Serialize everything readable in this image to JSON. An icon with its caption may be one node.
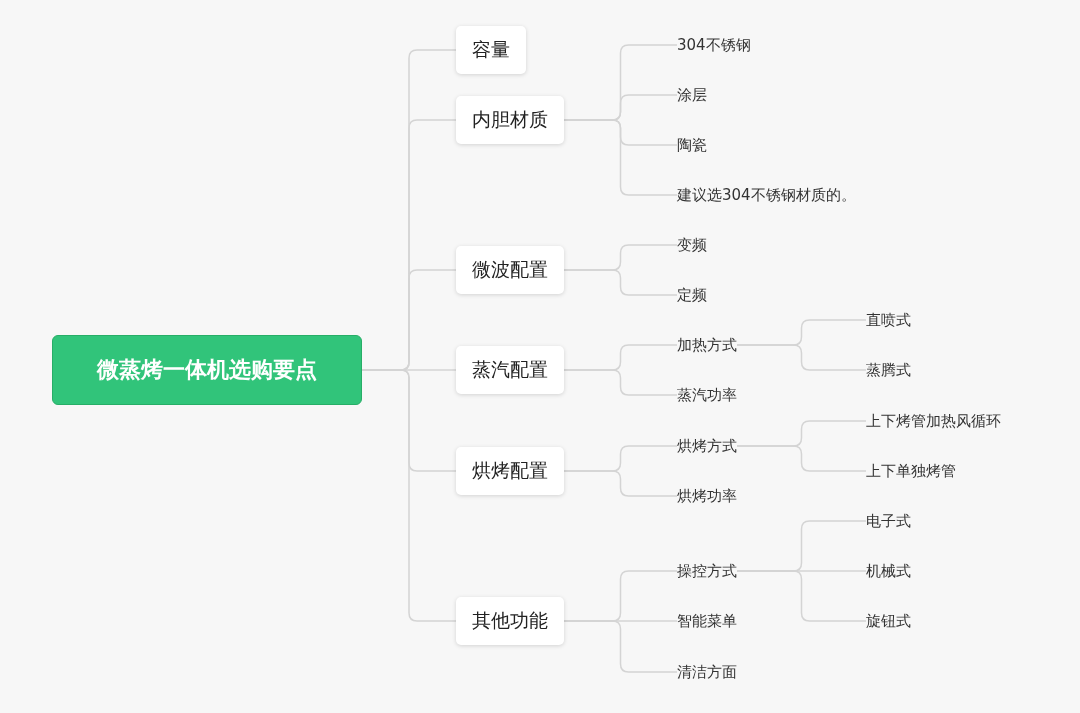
{
  "diagram": {
    "nodes": [
      {
        "text": [
          "微蒸烤一体机选购要点"
        ]
      },
      {
        "text": [
          "容量"
        ]
      },
      {
        "text": [
          "内胆材质"
        ]
      },
      {
        "text": [
          "304不锈钢"
        ]
      },
      {
        "text": [
          "涂层"
        ]
      },
      {
        "text": [
          "陶瓷"
        ]
      },
      {
        "text": [
          "建议选304不锈钢材质的。"
        ]
      },
      {
        "text": [
          "微波配置"
        ]
      },
      {
        "text": [
          "变频"
        ]
      },
      {
        "text": [
          "定频"
        ]
      },
      {
        "text": [
          "蒸汽配置"
        ]
      },
      {
        "text": [
          "加热方式"
        ]
      },
      {
        "text": [
          "直喷式"
        ]
      },
      {
        "text": [
          "蒸腾式"
        ]
      },
      {
        "text": [
          "蒸汽功率"
        ]
      },
      {
        "text": [
          "烘烤配置"
        ]
      },
      {
        "text": [
          "烘烤方式"
        ]
      },
      {
        "text": [
          "上下烤管加热风循环"
        ]
      },
      {
        "text": [
          "上下单独烤管"
        ]
      },
      {
        "text": [
          "烘烤功率"
        ]
      },
      {
        "text": [
          "其他功能"
        ]
      },
      {
        "text": [
          "操控方式"
        ]
      },
      {
        "text": [
          "电子式"
        ]
      },
      {
        "text": [
          "机械式"
        ]
      },
      {
        "text": [
          "旋钮式"
        ]
      },
      {
        "text": [
          "智能菜单"
        ]
      },
      {
        "text": [
          "清洁方面"
        ]
      }
    ],
    "edges": [
      {
        "from": 0,
        "to": 1,
        "arrow": "none"
      },
      {
        "from": 0,
        "to": 2,
        "arrow": "none"
      },
      {
        "from": 2,
        "to": 3,
        "arrow": "none"
      },
      {
        "from": 2,
        "to": 4,
        "arrow": "none"
      },
      {
        "from": 2,
        "to": 5,
        "arrow": "none"
      },
      {
        "from": 2,
        "to": 6,
        "arrow": "none"
      },
      {
        "from": 0,
        "to": 7,
        "arrow": "none"
      },
      {
        "from": 7,
        "to": 8,
        "arrow": "none"
      },
      {
        "from": 7,
        "to": 9,
        "arrow": "none"
      },
      {
        "from": 0,
        "to": 10,
        "arrow": "none"
      },
      {
        "from": 10,
        "to": 11,
        "arrow": "none"
      },
      {
        "from": 11,
        "to": 12,
        "arrow": "none"
      },
      {
        "from": 11,
        "to": 13,
        "arrow": "none"
      },
      {
        "from": 10,
        "to": 14,
        "arrow": "none"
      },
      {
        "from": 0,
        "to": 15,
        "arrow": "none"
      },
      {
        "from": 15,
        "to": 16,
        "arrow": "none"
      },
      {
        "from": 16,
        "to": 17,
        "arrow": "none"
      },
      {
        "from": 16,
        "to": 18,
        "arrow": "none"
      },
      {
        "from": 15,
        "to": 19,
        "arrow": "none"
      },
      {
        "from": 0,
        "to": 20,
        "arrow": "none"
      },
      {
        "from": 20,
        "to": 21,
        "arrow": "none"
      },
      {
        "from": 21,
        "to": 22,
        "arrow": "none"
      },
      {
        "from": 21,
        "to": 23,
        "arrow": "none"
      },
      {
        "from": 21,
        "to": 24,
        "arrow": "none"
      },
      {
        "from": 20,
        "to": 25,
        "arrow": "none"
      },
      {
        "from": 20,
        "to": 26,
        "arrow": "none"
      }
    ]
  }
}
